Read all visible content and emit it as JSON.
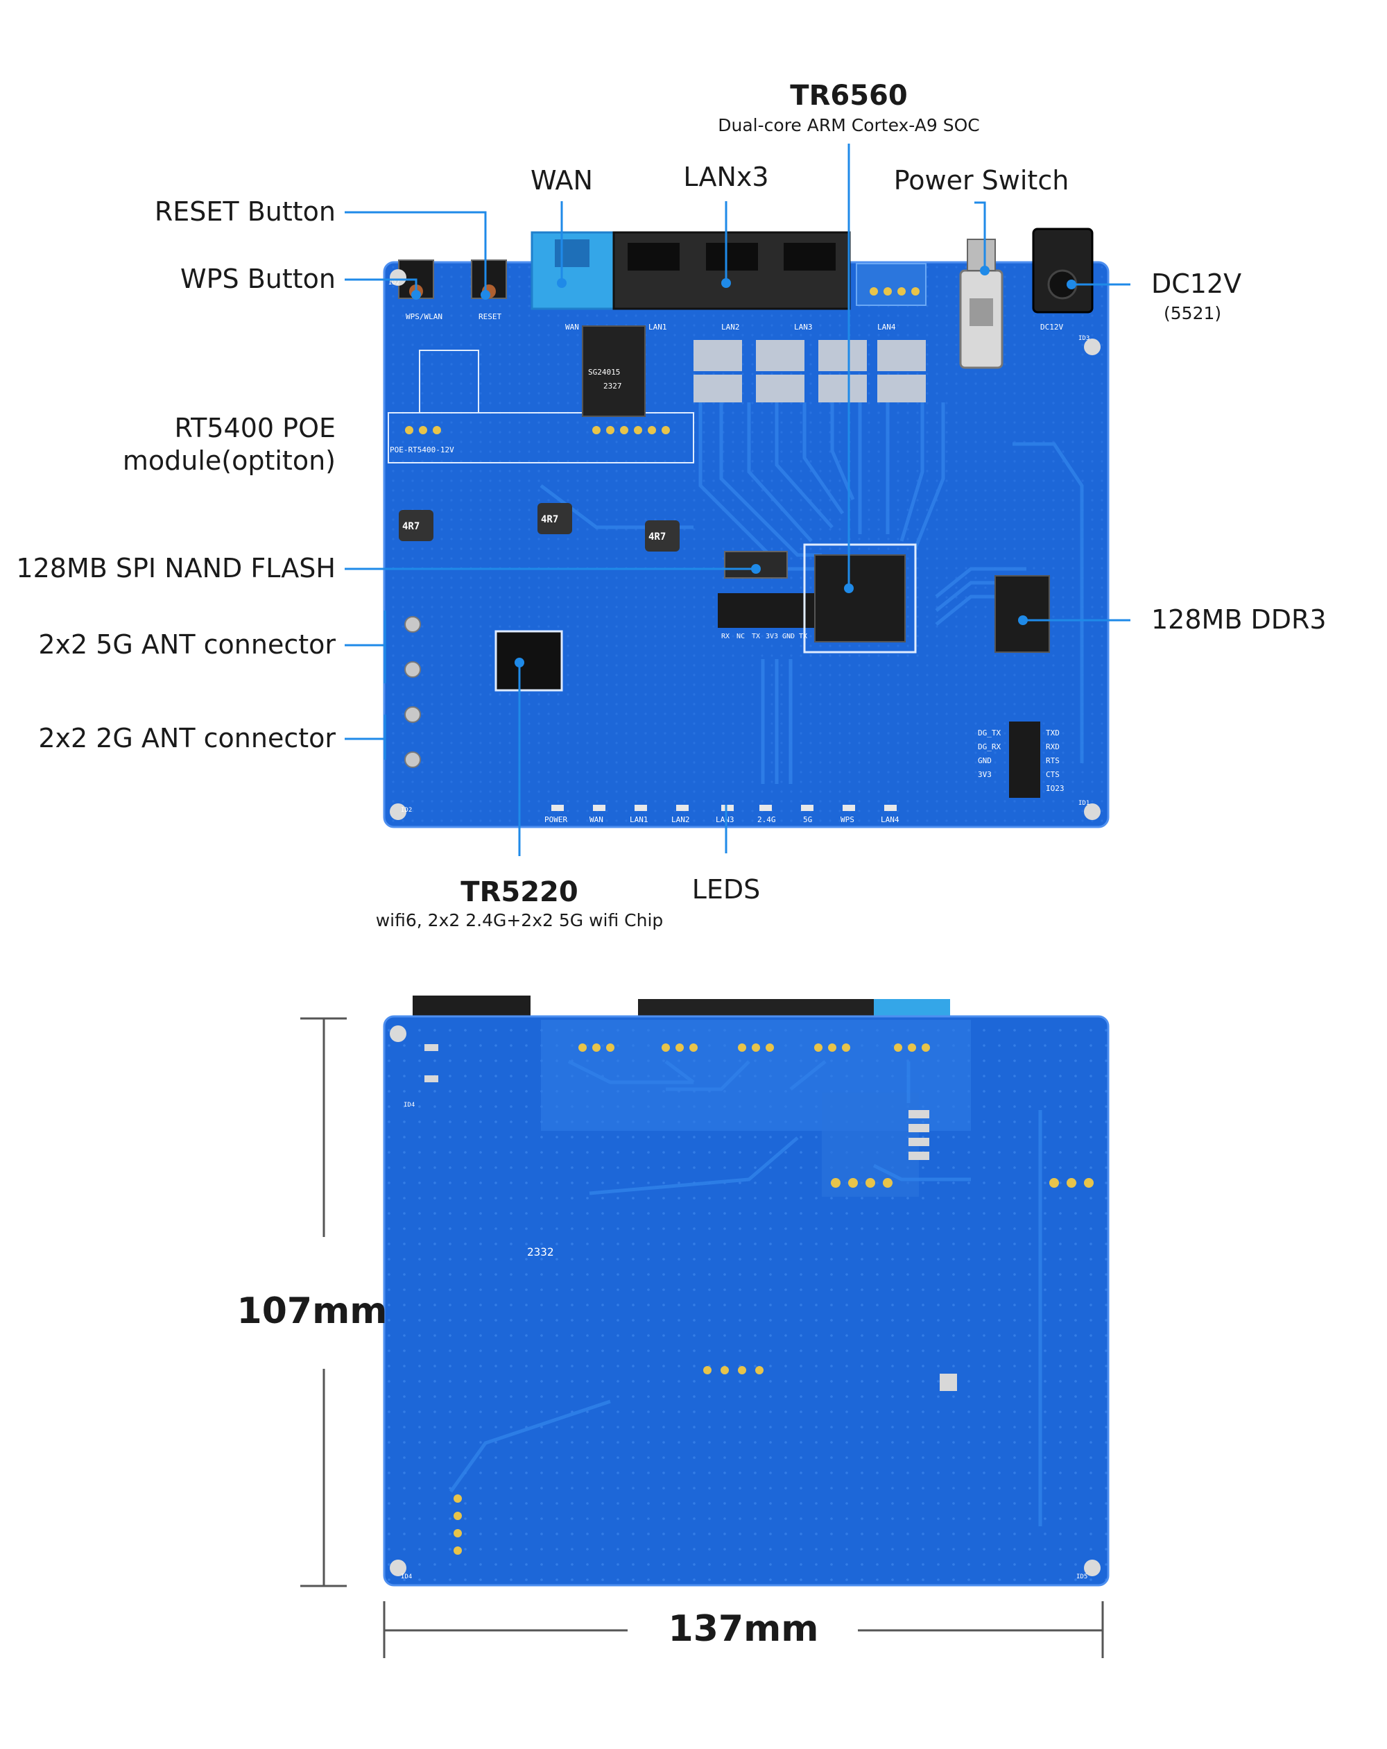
{
  "colors": {
    "pcb": "#1d67d8",
    "pcb_edge": "#3f86ec",
    "trace": "#2c7ae6",
    "leader": "#1f8ae8",
    "label": "#1a1a1a",
    "dimension": "#555555"
  },
  "top_view": {
    "soc": {
      "name": "TR6560",
      "desc": "Dual-core ARM Cortex-A9 SOC"
    },
    "wan": "WAN",
    "lan": "LANx3",
    "power_switch": "Power Switch",
    "reset_button": "RESET Button",
    "wps_button": "WPS Button",
    "dc": {
      "name": "DC12V",
      "note": "(5521)"
    },
    "poe_module": {
      "line1": "RT5400 POE",
      "line2": "module(optiton)"
    },
    "flash": "128MB SPI NAND FLASH",
    "ddr": "128MB DDR3",
    "ant_5g": "2x2 5G ANT connector",
    "ant_2g": "2x2 2G ANT connector",
    "wifi_chip": {
      "name": "TR5220",
      "desc": "wifi6, 2x2 2.4G+2x2 5G wifi Chip"
    },
    "leds": "LEDS",
    "silk": {
      "wps_wlan": "WPS/WLAN",
      "reset": "RESET",
      "wan": "WAN",
      "lan1": "LAN1",
      "lan2": "LAN2",
      "lan3": "LAN3",
      "lan4": "LAN4",
      "dc12v": "DC12V",
      "poe": "POE-RT5400-12V",
      "ind_a": "4R7",
      "ind_b": "4R7",
      "ind_c": "4R7",
      "uart_pins": [
        "RX",
        "NC",
        "TX",
        "3V3",
        "GND",
        "TX"
      ],
      "dbg_left": [
        "DG_TX",
        "DG_RX",
        "GND",
        "3V3"
      ],
      "dbg_right": [
        "TXD",
        "RXD",
        "RTS",
        "CTS",
        "IO23"
      ],
      "led_labels": [
        "POWER",
        "WAN",
        "LAN1",
        "LAN2",
        "LAN3",
        "2.4G",
        "5G",
        "WPS",
        "LAN4"
      ],
      "magnetics": "SG24015",
      "magnetics_code": "2327",
      "hole_marks": [
        "ID2",
        "ID3",
        "ID1",
        "ID2"
      ]
    }
  },
  "bottom_view": {
    "height": "107mm",
    "width": "137mm",
    "silk_code": "2332",
    "hole_marks": [
      "ID4",
      "ID4",
      "ID5"
    ]
  }
}
